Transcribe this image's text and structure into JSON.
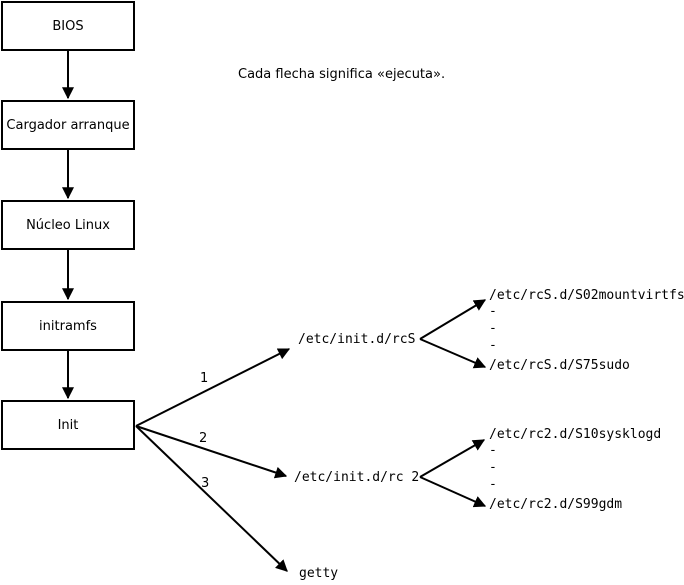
{
  "diagram": {
    "note": "Cada flecha significa «ejecuta».",
    "boot_chain": [
      {
        "label": "BIOS"
      },
      {
        "label": "Cargador arranque"
      },
      {
        "label": "Núcleo Linux"
      },
      {
        "label": "initramfs"
      },
      {
        "label": "Init"
      }
    ],
    "init_branches": [
      {
        "order": "1",
        "target": "/etc/init.d/rcS"
      },
      {
        "order": "2",
        "target": "/etc/init.d/rc 2"
      },
      {
        "order": "3",
        "target": "getty"
      }
    ],
    "rcS_scripts": {
      "first": "/etc/rcS.d/S02mountvirtfs",
      "ellipsis": [
        "-",
        "-",
        "-"
      ],
      "last": "/etc/rcS.d/S75sudo"
    },
    "rc2_scripts": {
      "first": "/etc/rc2.d/S10sysklogd",
      "ellipsis": [
        "-",
        "-",
        "-"
      ],
      "last": "/etc/rc2.d/S99gdm"
    },
    "colors": {
      "line": "#000000",
      "background": "#ffffff"
    }
  }
}
